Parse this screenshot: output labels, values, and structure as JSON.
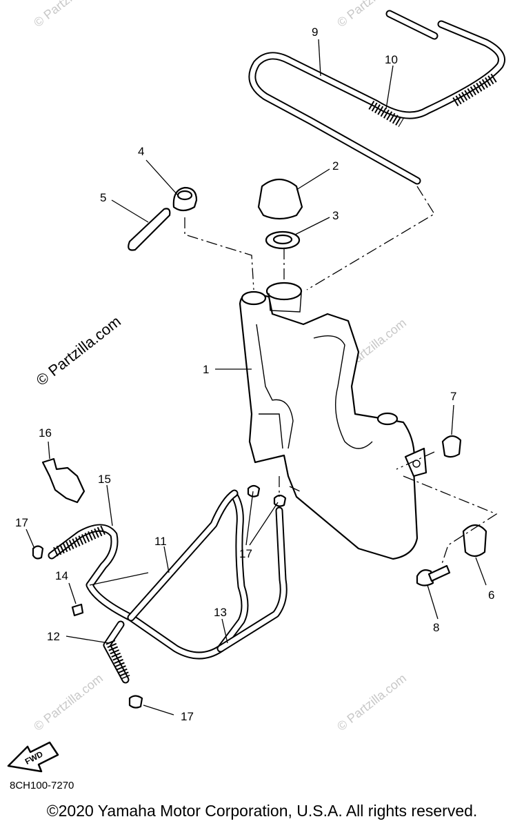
{
  "diagram_code": "8CH100-7270",
  "copyright": "©2020 Yamaha Motor Corporation, U.S.A. All rights reserved.",
  "watermark": "© Partzilla.com",
  "fwd_label": "FWD",
  "callouts": [
    "1",
    "2",
    "3",
    "4",
    "5",
    "6",
    "7",
    "8",
    "9",
    "10",
    "11",
    "12",
    "13",
    "14",
    "15",
    "16",
    "17",
    "17",
    "17",
    "17"
  ]
}
